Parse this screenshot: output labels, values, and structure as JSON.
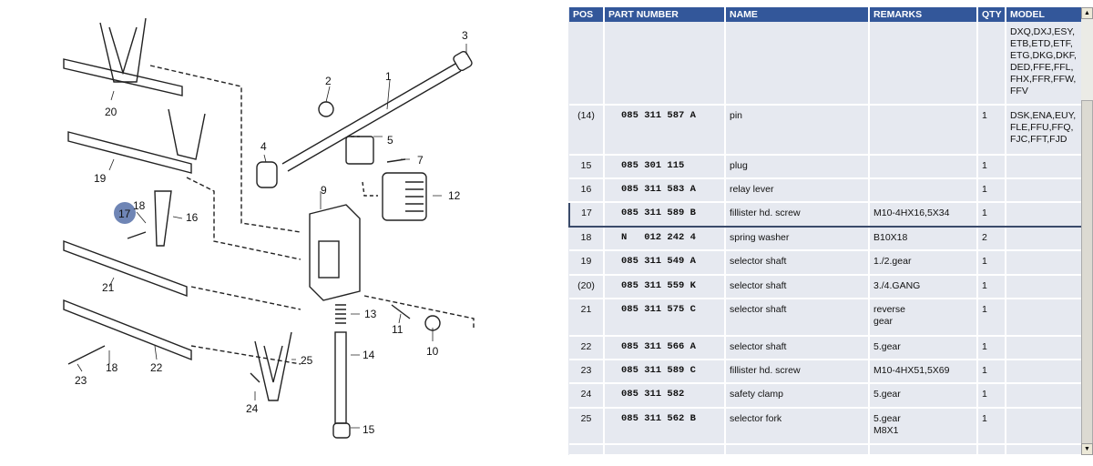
{
  "diagram": {
    "callouts": [
      "1",
      "2",
      "3",
      "4",
      "5",
      "7",
      "9",
      "12",
      "13",
      "14",
      "15",
      "10",
      "11",
      "16",
      "17",
      "18",
      "19",
      "20",
      "21",
      "22",
      "23",
      "24",
      "25",
      "18"
    ],
    "highlight_color": "#6f85b5"
  },
  "table": {
    "headers": [
      "POS",
      "PART NUMBER",
      "NAME",
      "REMARKS",
      "QTY",
      "MODEL"
    ],
    "rows": [
      {
        "pos": "",
        "part": "",
        "name": "",
        "remarks": "",
        "qty": "",
        "model": "DXQ,DXJ,ESY,\nETB,ETD,ETF,\nETG,DKG,DKF,\nDED,FFE,FFL,\nFHX,FFR,FFW,\nFFV"
      },
      {
        "pos": "(14)",
        "part": "085 311 587 A",
        "name": "pin",
        "remarks": "",
        "qty": "1",
        "model": "DSK,ENA,EUY,\nFLE,FFU,FFQ,\nFJC,FFT,FJD"
      },
      {
        "pos": "15",
        "part": "085 301 115",
        "name": "plug",
        "remarks": "",
        "qty": "1",
        "model": ""
      },
      {
        "pos": "16",
        "part": "085 311 583 A",
        "name": "relay lever",
        "remarks": "",
        "qty": "1",
        "model": ""
      },
      {
        "pos": "17",
        "part": "085 311 589 B",
        "name": "fillister hd. screw",
        "remarks": "M10-4HX16,5X34",
        "qty": "1",
        "model": ""
      },
      {
        "pos": "18",
        "part": "N   012 242 4",
        "name": "spring washer",
        "remarks": "B10X18",
        "qty": "2",
        "model": ""
      },
      {
        "pos": "19",
        "part": "085 311 549 A",
        "name": "selector shaft",
        "remarks": "1./2.gear",
        "qty": "1",
        "model": ""
      },
      {
        "pos": "(20)",
        "part": "085 311 559 K",
        "name": "selector shaft",
        "remarks": "3./4.GANG",
        "qty": "1",
        "model": ""
      },
      {
        "pos": "21",
        "part": "085 311 575 C",
        "name": "selector shaft",
        "remarks": "reverse\ngear",
        "qty": "1",
        "model": ""
      },
      {
        "pos": "22",
        "part": "085 311 566 A",
        "name": "selector shaft",
        "remarks": "5.gear",
        "qty": "1",
        "model": ""
      },
      {
        "pos": "23",
        "part": "085 311 589 C",
        "name": "fillister hd. screw",
        "remarks": "M10-4HX51,5X69",
        "qty": "1",
        "model": ""
      },
      {
        "pos": "24",
        "part": "085 311 582",
        "name": "safety clamp",
        "remarks": "5.gear",
        "qty": "1",
        "model": ""
      },
      {
        "pos": "25",
        "part": "085 311 562 B",
        "name": "selector fork",
        "remarks": "5.gear\nM8X1",
        "qty": "1",
        "model": ""
      }
    ],
    "selected_pos": "17",
    "header_color": "#33579a"
  }
}
